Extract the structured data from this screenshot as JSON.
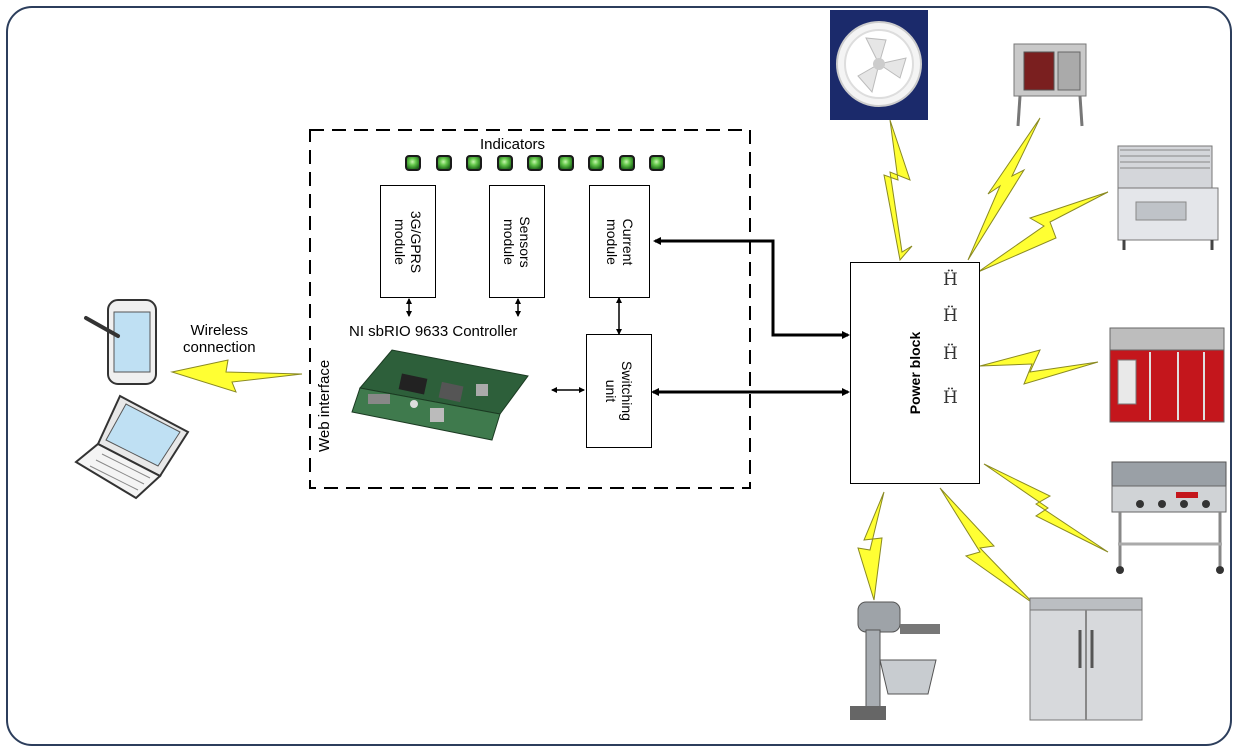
{
  "client": {
    "wireless_label_line1": "Wireless",
    "wireless_label_line2": "connection",
    "devices": [
      "tablet-icon",
      "laptop-icon"
    ]
  },
  "controller": {
    "indicators_label": "Indicators",
    "indicator_count": 9,
    "modules": [
      {
        "line1": "3G/GPRS",
        "line2": "module"
      },
      {
        "line1": "Sensors",
        "line2": "module"
      },
      {
        "line1": "Current",
        "line2": "module"
      }
    ],
    "controller_label": "NI sbRIO 9633 Controller",
    "web_interface_label": "Web interface",
    "switching_unit": {
      "line1": "Switching",
      "line2": "unit"
    }
  },
  "power_block": {
    "label": "Power block",
    "socket_count": 4
  },
  "appliances": [
    "exhaust-fan-icon",
    "convection-oven-icon",
    "ice-machine-icon",
    "fryer-icon",
    "griddle-icon",
    "refrigerator-icon",
    "stand-mixer-icon"
  ],
  "colors": {
    "frame": "#2c3e5c",
    "lightning": "#ffff33",
    "led": "#63c74a"
  }
}
